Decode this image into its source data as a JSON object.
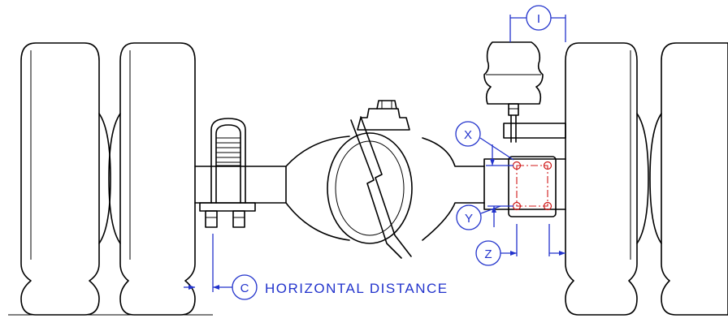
{
  "labels": {
    "i": "I",
    "x": "X",
    "y": "Y",
    "z": "Z",
    "c": "C"
  },
  "caption": "HORIZONTAL DISTANCE",
  "colors": {
    "outline": "#000000",
    "dimension": "#2233cc",
    "bolt_pattern": "#d01818",
    "background": "#ffffff"
  }
}
